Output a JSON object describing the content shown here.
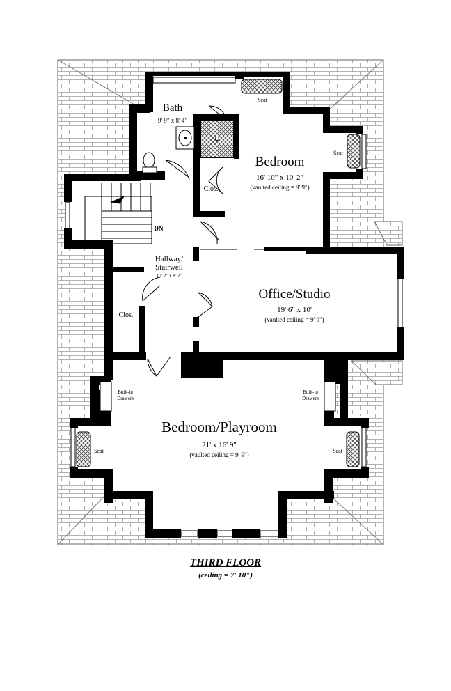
{
  "rooms": {
    "bath": {
      "name": "Bath",
      "dims": "9' 9\" x 8' 4\""
    },
    "bedroom": {
      "name": "Bedroom",
      "dims": "16' 10\" x 10' 2\"",
      "note": "(vaulted ceiling = 9' 9\")"
    },
    "hallway": {
      "name_line1": "Hallway/",
      "name_line2": "Stairwell",
      "dims": "17' 2\" x 8' 2\""
    },
    "office": {
      "name": "Office/Studio",
      "dims": "19' 6\" x 10'",
      "note": "(vaulted ceiling = 9' 9\")"
    },
    "playroom": {
      "name": "Bedroom/Playroom",
      "dims": "21' x 16' 9\"",
      "note": "(vaulted ceiling = 9' 9\")"
    }
  },
  "labels": {
    "closet_bedroom": "Clos.",
    "closet_hall": "Clos.",
    "stairs_down": "DN",
    "seat_top": "Seat",
    "seat_right": "Seat",
    "seat_left": "Seat",
    "seat_lower_right": "Seat",
    "drawers_left_1": "Built-in",
    "drawers_left_2": "Drawers",
    "drawers_right_1": "Built-in",
    "drawers_right_2": "Drawers"
  },
  "caption": {
    "title": "THIRD FLOOR",
    "subtitle": "(ceiling = 7' 10\")"
  },
  "colors": {
    "wall": "#000000",
    "roof_brick": "#9a9a9a",
    "seat_hatch": "#555555",
    "background": "#ffffff"
  }
}
